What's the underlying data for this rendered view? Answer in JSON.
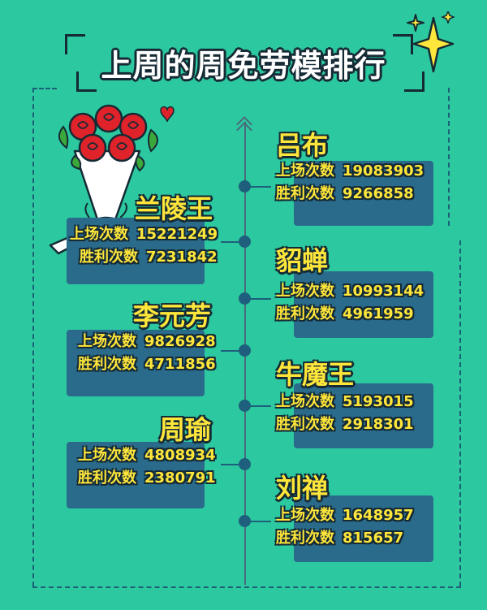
{
  "title": "上周的周免劳模排行",
  "stat_labels": {
    "played": "上场次数",
    "won": "胜利次数"
  },
  "heroes": [
    {
      "name": "吕布",
      "played": "19083903",
      "won": "9266858"
    },
    {
      "name": "兰陵王",
      "played": "15221249",
      "won": "7231842"
    },
    {
      "name": "貂蝉",
      "played": "10993144",
      "won": "4961959"
    },
    {
      "name": "李元芳",
      "played": "9826928",
      "won": "4711856"
    },
    {
      "name": "牛魔王",
      "played": "5193015",
      "won": "2918301"
    },
    {
      "name": "周瑜",
      "played": "4808934",
      "won": "2380791"
    },
    {
      "name": "刘禅",
      "played": "1648957",
      "won": "815657"
    }
  ],
  "colors": {
    "background": "#2cc9a0",
    "card": "#2a6b8c",
    "name_text": "#ffe63a",
    "outline": "#152a35",
    "rose": "#e0232b"
  },
  "icons": [
    "sparkle-icon",
    "bouquet-illustration",
    "heart-icon",
    "up-arrow-icon"
  ]
}
